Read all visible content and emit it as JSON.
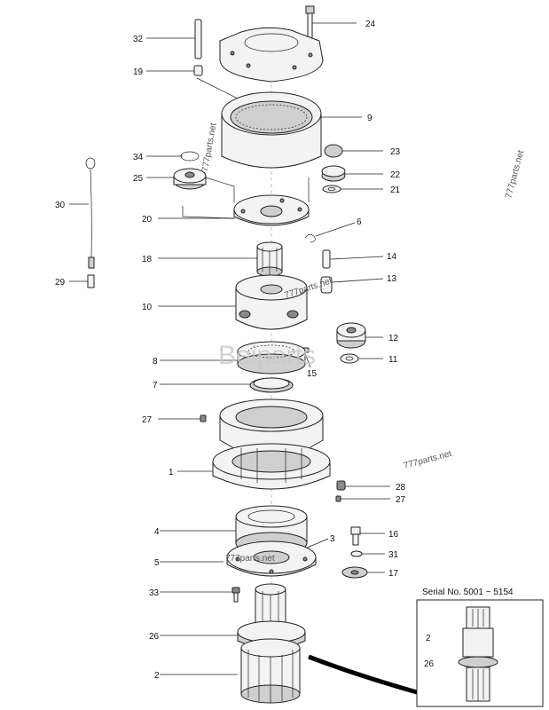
{
  "callouts": [
    {
      "id": "24",
      "text": "24"
    },
    {
      "id": "32",
      "text": "32"
    },
    {
      "id": "19",
      "text": "19"
    },
    {
      "id": "9",
      "text": "9"
    },
    {
      "id": "34",
      "text": "34"
    },
    {
      "id": "23",
      "text": "23"
    },
    {
      "id": "25",
      "text": "25"
    },
    {
      "id": "22",
      "text": "22"
    },
    {
      "id": "21",
      "text": "21"
    },
    {
      "id": "30",
      "text": "30"
    },
    {
      "id": "20",
      "text": "20"
    },
    {
      "id": "6",
      "text": "6"
    },
    {
      "id": "18",
      "text": "18"
    },
    {
      "id": "14",
      "text": "14"
    },
    {
      "id": "29",
      "text": "29"
    },
    {
      "id": "13",
      "text": "13"
    },
    {
      "id": "10",
      "text": "10"
    },
    {
      "id": "12",
      "text": "12"
    },
    {
      "id": "8",
      "text": "8"
    },
    {
      "id": "11",
      "text": "11"
    },
    {
      "id": "15",
      "text": "15"
    },
    {
      "id": "7",
      "text": "7"
    },
    {
      "id": "27a",
      "text": "27"
    },
    {
      "id": "1",
      "text": "1"
    },
    {
      "id": "28",
      "text": "28"
    },
    {
      "id": "27b",
      "text": "27"
    },
    {
      "id": "16",
      "text": "16"
    },
    {
      "id": "4",
      "text": "4"
    },
    {
      "id": "3",
      "text": "3"
    },
    {
      "id": "31",
      "text": "31"
    },
    {
      "id": "5",
      "text": "5"
    },
    {
      "id": "17",
      "text": "17"
    },
    {
      "id": "33",
      "text": "33"
    },
    {
      "id": "26",
      "text": "26"
    },
    {
      "id": "2",
      "text": "2"
    },
    {
      "id": "inset2",
      "text": "2"
    },
    {
      "id": "inset26",
      "text": "26"
    }
  ],
  "inset": {
    "title": "Serial No. 5001 ~ 5154"
  },
  "watermarks": {
    "w1": "777parts.net",
    "w2": "777parts.net",
    "w3": "777parts.net",
    "w4": "777parts.net",
    "w5": "777parts.net",
    "brand": "Beiparts"
  }
}
